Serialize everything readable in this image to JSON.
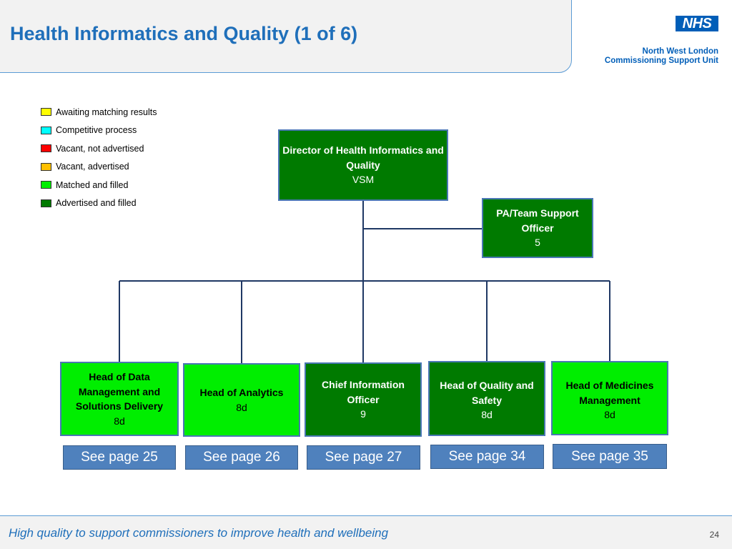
{
  "header": {
    "title": "Health Informatics and Quality (1 of 6)",
    "logo_text": "NHS",
    "org_line1": "North West London",
    "org_line2": "Commissioning Support Unit"
  },
  "legend": [
    {
      "label": "Awaiting matching results",
      "color": "#ffff00"
    },
    {
      "label": "Competitive process",
      "color": "#00ffff"
    },
    {
      "label": "Vacant, not advertised",
      "color": "#ff0000"
    },
    {
      "label": "Vacant, advertised",
      "color": "#ffc000"
    },
    {
      "label": "Matched and filled",
      "color": "#00ee00"
    },
    {
      "label": "Advertised and filled",
      "color": "#007a00"
    }
  ],
  "org": {
    "director": {
      "title": "Director of Health Informatics and Quality",
      "grade": "VSM",
      "status": "Advertised and filled"
    },
    "pa": {
      "title": "PA/Team Support Officer",
      "grade": "5",
      "status": "Advertised and filled"
    },
    "heads": [
      {
        "title": "Head of Data Management and Solutions Delivery",
        "grade": "8d",
        "status": "Matched and filled",
        "link": "See page 25"
      },
      {
        "title": "Head of Analytics",
        "grade": "8d",
        "status": "Matched and filled",
        "link": "See page 26"
      },
      {
        "title": "Chief Information Officer",
        "grade": "9",
        "status": "Advertised and filled",
        "link": "See page 27"
      },
      {
        "title": "Head of Quality and Safety",
        "grade": "8d",
        "status": "Advertised and filled",
        "link": "See page 34"
      },
      {
        "title": "Head of Medicines Management",
        "grade": "8d",
        "status": "Matched and filled",
        "link": "See page 35"
      }
    ]
  },
  "footer": {
    "tagline": "High quality to support commissioners to improve health and wellbeing",
    "page_number": "24"
  }
}
